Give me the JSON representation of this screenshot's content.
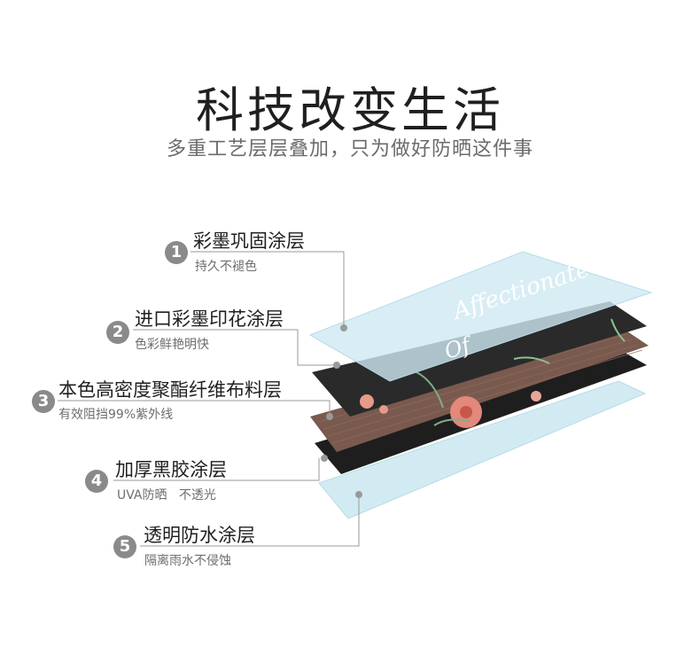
{
  "header": {
    "title": "科技改变生活",
    "subtitle": "多重工艺层层叠加，只为做好防晒这件事"
  },
  "layers": [
    {
      "number": "1",
      "name": "彩墨巩固涂层",
      "desc": "持久不褪色"
    },
    {
      "number": "2",
      "name": "进口彩墨印花涂层",
      "desc": "色彩鲜艳明快"
    },
    {
      "number": "3",
      "name": "本色高密度聚酯纤维布料层",
      "desc": "有效阻挡99%紫外线"
    },
    {
      "number": "4",
      "name": "加厚黑胶涂层",
      "desc": "UVA防晒   不透光"
    },
    {
      "number": "5",
      "name": "透明防水涂层",
      "desc": "隔离雨水不侵蚀"
    }
  ],
  "print_text": {
    "line1": "Affectionate",
    "line2": "Of"
  },
  "colors": {
    "coating": "#cfe9f2",
    "print_bg": "#2a2a2a",
    "fabric": "#7a5a4e",
    "black_glue": "#1e1e1e",
    "badge": "#8a8a8a",
    "leader": "#9a9a9a"
  }
}
